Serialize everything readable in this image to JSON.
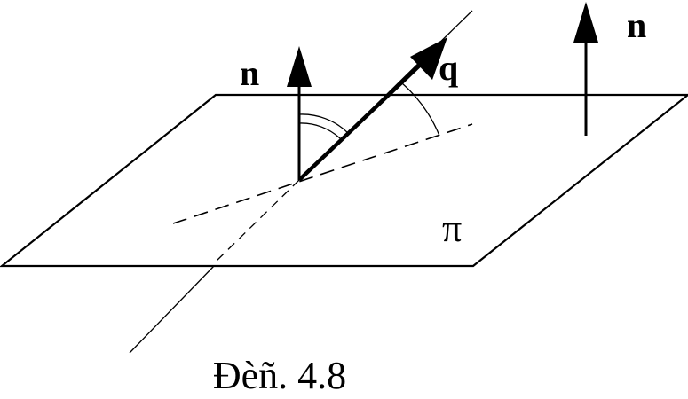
{
  "labels": {
    "normal_left": "n",
    "normal_right": "n",
    "vector": "q",
    "plane": "π"
  },
  "caption": "Ðèñ. 4.8"
}
